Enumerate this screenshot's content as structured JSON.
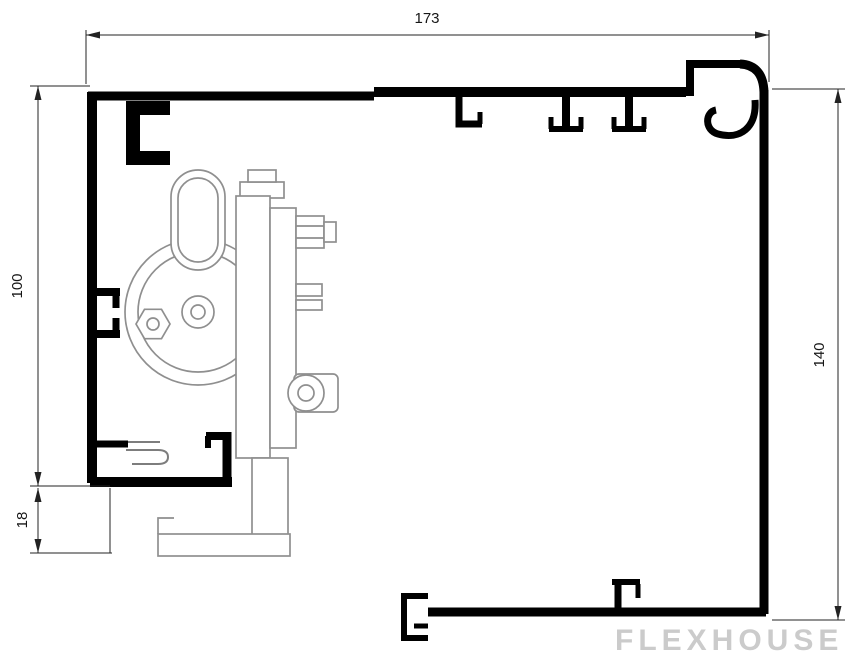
{
  "drawing": {
    "title": "sliding-system-profile-cross-section",
    "dimensions": {
      "top_width": "173",
      "left_height": "100",
      "left_bottom_offset": "18",
      "right_height": "140"
    },
    "watermark": "FLEXHOUSE",
    "colors": {
      "profile_line": "#000000",
      "dimension_line": "#232323",
      "assembly_line": "#8f8f8f",
      "watermark": "#cbcbcb",
      "background": "#ffffff"
    }
  }
}
